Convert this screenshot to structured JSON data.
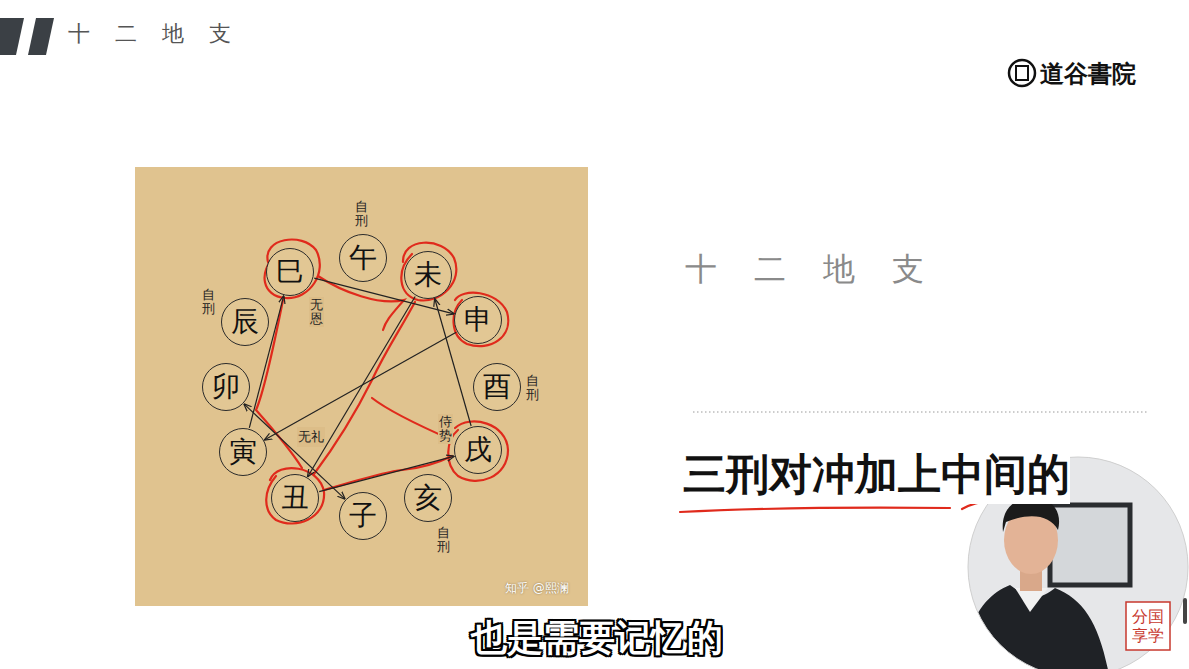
{
  "diagram": {
    "title": "十二地支",
    "nodes": [
      {
        "text": [
          "午"
        ]
      },
      {
        "text": [
          "未"
        ]
      },
      {
        "text": [
          "申"
        ]
      },
      {
        "text": [
          "酉"
        ]
      },
      {
        "text": [
          "戌"
        ]
      },
      {
        "text": [
          "亥"
        ]
      },
      {
        "text": [
          "子"
        ]
      },
      {
        "text": [
          "丑"
        ]
      },
      {
        "text": [
          "寅"
        ]
      },
      {
        "text": [
          "卯"
        ]
      },
      {
        "text": [
          "辰"
        ]
      },
      {
        "text": [
          "巳"
        ]
      }
    ],
    "edges": [
      {
        "from": 8,
        "to": 11,
        "arrow": "to",
        "label": "无恩"
      },
      {
        "from": 11,
        "to": 2,
        "arrow": "to"
      },
      {
        "from": 2,
        "to": 8,
        "arrow": "to"
      },
      {
        "from": 7,
        "to": 4,
        "arrow": "to",
        "label": "侍势"
      },
      {
        "from": 4,
        "to": 1,
        "arrow": "to"
      },
      {
        "from": 1,
        "to": 7,
        "arrow": "to"
      },
      {
        "from": 9,
        "to": 6,
        "arrow": "both",
        "label": "无礼"
      }
    ],
    "labels": [
      "十二地支",
      "自刑",
      "自刑",
      "自刑",
      "自刑",
      "知乎 @熙澜",
      "道谷書院",
      "三刑对冲加上中间的",
      "也是需要记忆的",
      "分国享学"
    ]
  }
}
